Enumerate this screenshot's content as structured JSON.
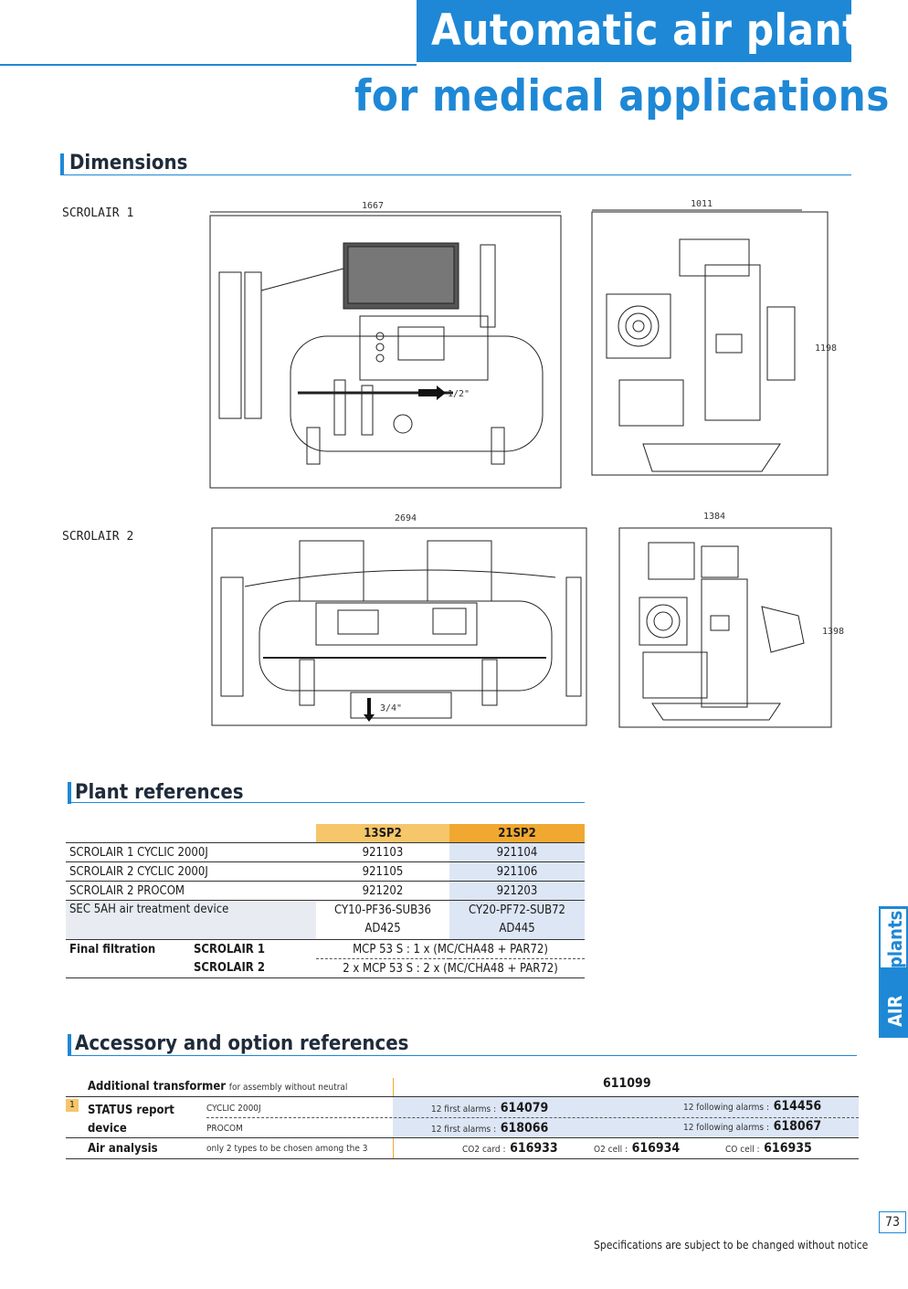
{
  "header": {
    "title_line1": "Automatic air plants",
    "title_line2": "for medical applications"
  },
  "dimensions": {
    "heading": "Dimensions",
    "scrolair1": {
      "label": "SCROLAIR 1",
      "width": "1667",
      "depth": "1011",
      "height": "1198",
      "outlet": "1/2\""
    },
    "scrolair2": {
      "label": "SCROLAIR 2",
      "width": "2694",
      "depth": "1384",
      "height": "1398",
      "outlet": "3/4\""
    }
  },
  "plant_refs": {
    "heading": "Plant references",
    "col_headers": [
      "13SP2",
      "21SP2"
    ],
    "rows": [
      {
        "label": "SCROLAIR 1 CYCLIC 2000J",
        "v1": "921103",
        "v2": "921104"
      },
      {
        "label": "SCROLAIR 2 CYCLIC 2000J",
        "v1": "921105",
        "v2": "921106"
      },
      {
        "label": "SCROLAIR 2 PROCOM",
        "v1": "921202",
        "v2": "921203"
      },
      {
        "label": "SEC 5AH air treatment device",
        "v1": "CY10-PF36-SUB36",
        "v1b": "AD425",
        "v2": "CY20-PF72-SUB72",
        "v2b": "AD445"
      }
    ],
    "final_filtration": {
      "label": "Final filtration",
      "s1_label": "SCROLAIR 1",
      "s1_value": "MCP 53 S : 1 x (MC/CHA48 + PAR72)",
      "s2_label": "SCROLAIR 2",
      "s2_value": "2 x MCP 53 S : 2 x (MC/CHA48 + PAR72)"
    }
  },
  "accessories": {
    "heading": "Accessory and option references",
    "transformer": {
      "label": "Additional transformer",
      "note": "for assembly without neutral",
      "ref": "611099"
    },
    "status": {
      "badge": "1",
      "label1": "STATUS report",
      "label2": "device",
      "cyclic": "CYCLIC 2000J",
      "procom": "PROCOM",
      "first_label": "12 first alarms :",
      "following_label": "12 following alarms :",
      "cyclic_first": "614079",
      "cyclic_following": "614456",
      "procom_first": "618066",
      "procom_following": "618067"
    },
    "air": {
      "label": "Air analysis",
      "note": "only 2 types to be chosen among the 3",
      "co2_label": "CO2 card :",
      "co2_ref": "616933",
      "o2_label": "O2 cell :",
      "o2_ref": "616934",
      "co_label": "CO cell :",
      "co_ref": "616935"
    }
  },
  "side_tab": {
    "air": "AIR",
    "plants": "plants"
  },
  "page_number": "73",
  "footer": "Specifications are subject to be changed without notice"
}
